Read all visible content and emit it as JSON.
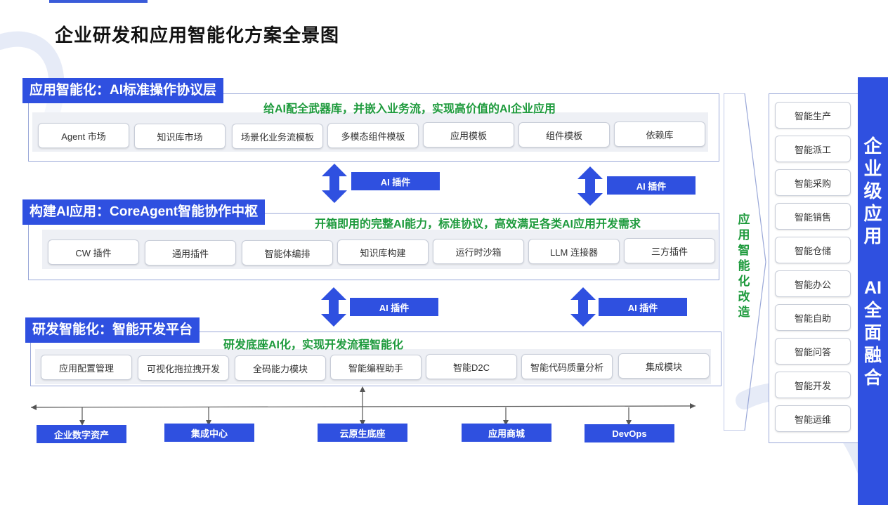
{
  "title": "企业研发和应用智能化方案全景图",
  "layers": [
    {
      "title": "应用智能化：AI标准操作协议层",
      "subtitle": "给AI配全武器库，并嵌入业务流，实现高价值的AI企业应用",
      "items": [
        "Agent 市场",
        "知识库市场",
        "场景化业务流模板",
        "多模态组件模板",
        "应用模板",
        "组件模板",
        "依赖库"
      ]
    },
    {
      "title": "构建AI应用：CoreAgent智能协作中枢",
      "subtitle": "开箱即用的完整AI能力，标准协议，高效满足各类AI应用开发需求",
      "items": [
        "CW 插件",
        "通用插件",
        "智能体编排",
        "知识库构建",
        "运行时沙箱",
        "LLM 连接器",
        "三方插件"
      ]
    },
    {
      "title": "研发智能化：智能开发平台",
      "subtitle": "研发底座AI化，实现开发流程智能化",
      "items": [
        "应用配置管理",
        "可视化拖拉拽开发",
        "全码能力模块",
        "智能编程助手",
        "智能D2C",
        "智能代码质量分析",
        "集成模块"
      ]
    }
  ],
  "plugin_tags": [
    "AI 插件",
    "AI 插件",
    "AI 插件",
    "AI 插件"
  ],
  "foundations": [
    "企业数字资产",
    "集成中心",
    "云原生底座",
    "应用商城",
    "DevOps"
  ],
  "transform_label": "应用智能化改造",
  "side_items": [
    "智能生产",
    "智能派工",
    "智能采购",
    "智能销售",
    "智能仓储",
    "智能办公",
    "智能自助",
    "智能问答",
    "智能开发",
    "智能运维"
  ],
  "band_text_1": "企业级应用",
  "band_text_2": "AI全面融合",
  "colors": {
    "accent": "#2f50e0",
    "green": "#1d9a3c",
    "border": "#9aa8d8",
    "tray": "#eef0f5"
  }
}
